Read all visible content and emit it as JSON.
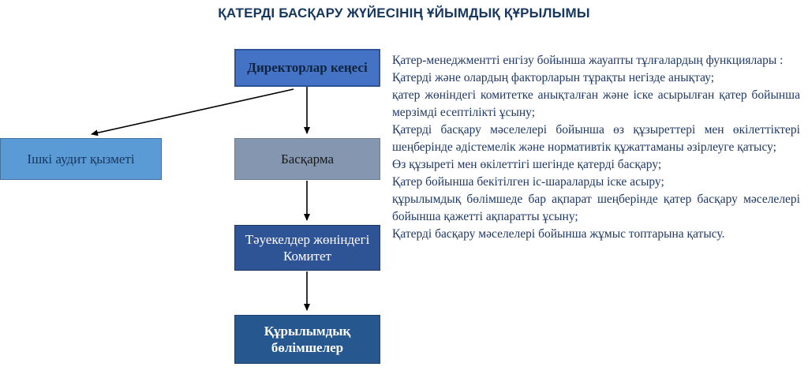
{
  "title": "ҚАТЕРДІ БАСҚАРУ ЖҮЙЕСІНІҢ ҰЙЫМДЫҚ ҚҰРЫЛЫМЫ",
  "colors": {
    "title_text": "#17375E",
    "board_box": "#4472C4",
    "audit_box": "#5B9BD5",
    "management_box": "#8496B0",
    "committee_box": "#2F5496",
    "subdivisions_box": "#26588F",
    "body_text": "#1F3864",
    "arrow": "#000000"
  },
  "diagram": {
    "type": "org-chart",
    "boxes": {
      "board": "Директорлар кеңесі",
      "audit": "Ішкі аудит қызметі",
      "management": "Басқарма",
      "committee": "Тәуекелдер жөніндегі Комитет",
      "subdivisions": "Құрылымдық бөлімшелер"
    },
    "edges": [
      {
        "from": "board",
        "to": "management"
      },
      {
        "from": "board",
        "to": "audit"
      },
      {
        "from": "management",
        "to": "committee"
      },
      {
        "from": "committee",
        "to": "subdivisions"
      }
    ]
  },
  "functions": {
    "intro": "Қатер-менеджментті енгізу бойынша жауапты тұлғалардың функциялары :",
    "items": [
      "Қатерді және олардың факторларын тұрақты негізде анықтау;",
      "қатер жөніндегі комитетке анықталған және іске асырылған  қатер бойынша мерзімді есептілікті ұсыну;",
      "Қатерді басқару мәселелері бойынша өз құзыреттері мен өкілеттіктері шеңберінде әдістемелік және нормативтік құжаттаманы әзірлеуге қатысу;",
      "Өз құзыреті мен өкілеттігі шегінде қатерді  басқару;",
      "Қатер бойынша бекітілген іс-шараларды іске асыру;",
      "құрылымдық бөлімшеде бар ақпарат шеңберінде қатер басқару мәселелері бойынша қажетті ақпаратты ұсыну;",
      "Қатерді басқару мәселелері бойынша жұмыс топтарына қатысу."
    ]
  }
}
